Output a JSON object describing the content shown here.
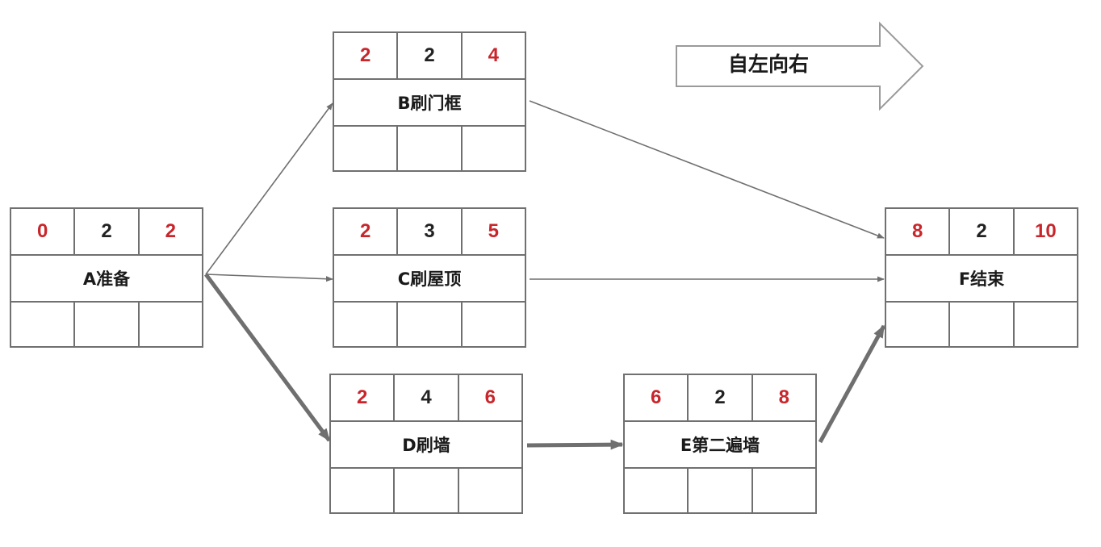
{
  "direction": {
    "label": "自左向右"
  },
  "nodes": [
    {
      "id": "A",
      "name": "A准备",
      "es": "0",
      "dur": "2",
      "ef": "2"
    },
    {
      "id": "B",
      "name": "B刷门框",
      "es": "2",
      "dur": "2",
      "ef": "4"
    },
    {
      "id": "C",
      "name": "C刷屋顶",
      "es": "2",
      "dur": "3",
      "ef": "5"
    },
    {
      "id": "D",
      "name": "D刷墙",
      "es": "2",
      "dur": "4",
      "ef": "6"
    },
    {
      "id": "E",
      "name": "E第二遍墙",
      "es": "6",
      "dur": "2",
      "ef": "8"
    },
    {
      "id": "F",
      "name": "F结束",
      "es": "8",
      "dur": "2",
      "ef": "10"
    }
  ],
  "edges": [
    {
      "from": "A",
      "to": "B",
      "critical": false
    },
    {
      "from": "A",
      "to": "C",
      "critical": false
    },
    {
      "from": "A",
      "to": "D",
      "critical": true
    },
    {
      "from": "B",
      "to": "F",
      "critical": false
    },
    {
      "from": "C",
      "to": "F",
      "critical": false
    },
    {
      "from": "D",
      "to": "E",
      "critical": true
    },
    {
      "from": "E",
      "to": "F",
      "critical": true
    }
  ],
  "colors": {
    "early_value": "#c8262b",
    "duration_value": "#222222",
    "border": "#707070",
    "edge": "#6f6f6f"
  }
}
